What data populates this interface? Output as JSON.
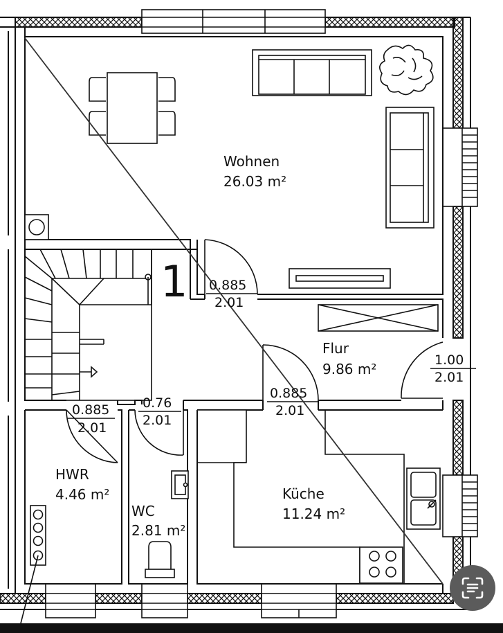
{
  "rooms": {
    "wohnen": {
      "name": "Wohnen",
      "area": "26.03 m²"
    },
    "flur": {
      "name": "Flur",
      "area": "9.86 m²"
    },
    "kueche": {
      "name": "Küche",
      "area": "11.24 m²"
    },
    "hwr": {
      "name": "HWR",
      "area": "4.46 m²"
    },
    "wc": {
      "name": "WC",
      "area": "2.81 m²"
    }
  },
  "doors": {
    "wohnen_door": {
      "width": "0.885",
      "height": "2.01"
    },
    "entrance_door": {
      "width": "1.00",
      "height": "2.01"
    },
    "kueche_door": {
      "width": "0.885",
      "height": "2.01"
    },
    "hwr_door": {
      "width": "0.885",
      "height": "2.01"
    },
    "wc_door": {
      "width": "0.76",
      "height": "2.01"
    }
  },
  "stair": {
    "number": "1"
  },
  "icons": {
    "fab": "text-scan-icon"
  },
  "colors": {
    "wall": "#111111",
    "fab_bg": "#5b5b5b",
    "fab_fg": "#ffffff"
  }
}
